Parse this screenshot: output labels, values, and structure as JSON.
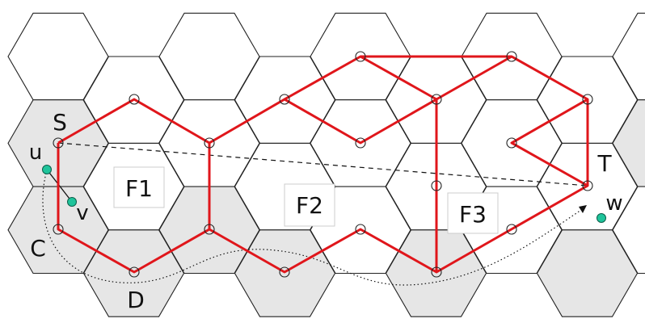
{
  "diagram": {
    "labels": {
      "S": "S",
      "T": "T",
      "C": "C",
      "D": "D",
      "u": "u",
      "v": "v",
      "w": "w",
      "F1": "F1",
      "F2": "F2",
      "F3": "F3"
    },
    "colors": {
      "path": "#e0161b",
      "shaded": "#e6e6e6",
      "unshaded": "#ffffff",
      "edge": "#222222",
      "point": "#1fc49b"
    }
  }
}
